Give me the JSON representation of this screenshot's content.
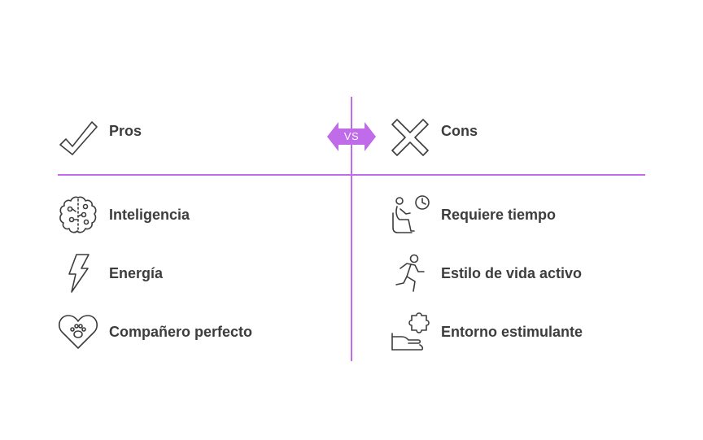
{
  "vs_label": "VS",
  "accent_color": "#c06bea",
  "text_color": "#3d3d3d",
  "pros": {
    "title": "Pros",
    "icon": "checkmark-icon",
    "items": [
      {
        "label": "Inteligencia",
        "icon": "brain-icon"
      },
      {
        "label": "Energía",
        "icon": "lightning-bolt-icon"
      },
      {
        "label": "Compañero perfecto",
        "icon": "heart-paw-icon"
      }
    ]
  },
  "cons": {
    "title": "Cons",
    "icon": "cross-icon",
    "items": [
      {
        "label": "Requiere tiempo",
        "icon": "person-seated-clock-icon"
      },
      {
        "label": "Estilo de vida activo",
        "icon": "running-person-icon"
      },
      {
        "label": "Entorno estimulante",
        "icon": "hand-puzzle-icon"
      }
    ]
  }
}
